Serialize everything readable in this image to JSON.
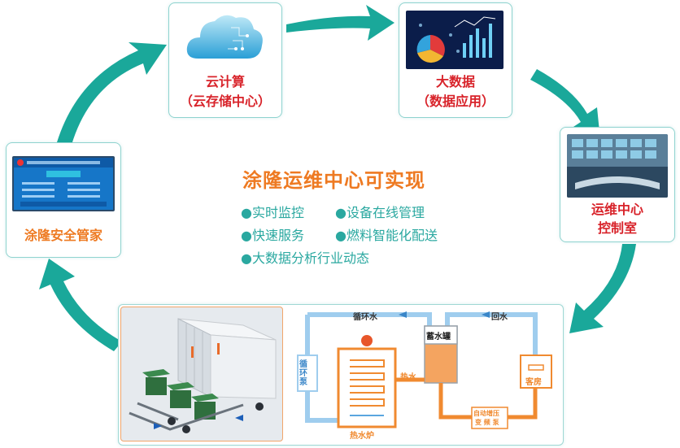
{
  "cards": {
    "cloud": {
      "line1": "云计算",
      "line2": "（云存储中心）"
    },
    "bigdata": {
      "line1": "大数据",
      "line2": "（数据应用）"
    },
    "control": {
      "line1": "运维中心",
      "line2": "控制室"
    },
    "security": {
      "line1": "涂隆安全管家"
    }
  },
  "center": {
    "title": "涂隆运维中心可实现",
    "bullets": [
      "实时监控",
      "设备在线管理",
      "快速服务",
      "燃料智能化配送",
      "大数据分析行业动态"
    ],
    "bullet_mark": "●"
  },
  "flow": {
    "circulating_water": "循环水",
    "return_water": "回水",
    "storage_tank": "蓄水罐",
    "hot_water": "热水",
    "boiler": "热水炉",
    "circ_pump": "循环泵",
    "guest_room": "客房",
    "pressure_pump_line1": "自动增压",
    "pressure_pump_line2": "变 频 泵"
  },
  "colors": {
    "teal": "#1aa89a",
    "orange": "#ee7a22",
    "red": "#d8232a",
    "pipe_blue": "#8cc3ea",
    "pipe_orange": "#f08a30"
  }
}
